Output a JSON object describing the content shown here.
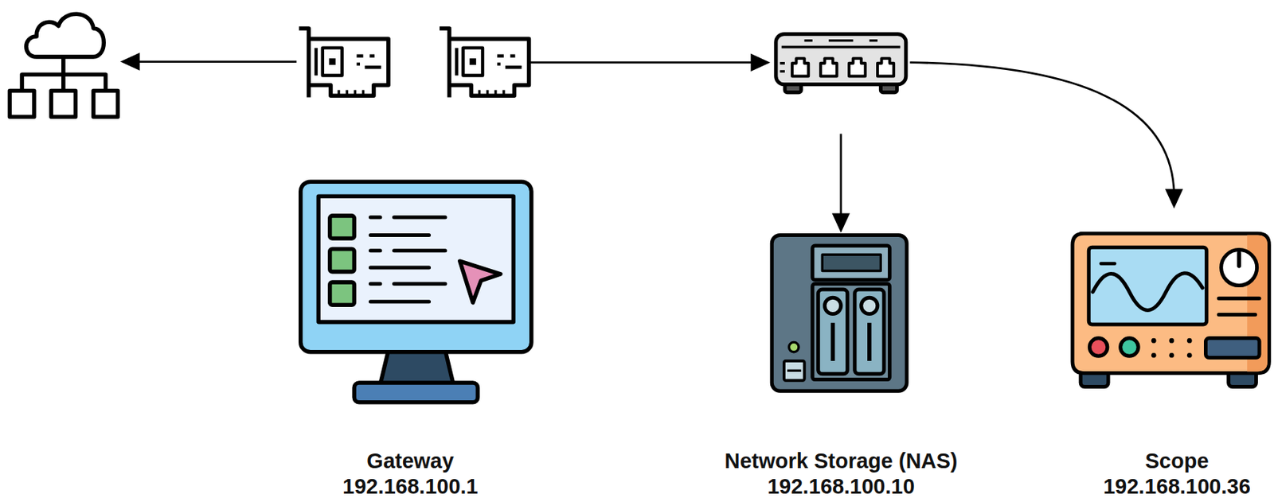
{
  "diagram": {
    "nodes": [
      {
        "text": [
          "Gateway",
          "192.168.100.1"
        ]
      },
      {
        "text": [
          "Network Storage (NAS)",
          "192.168.100.10"
        ]
      },
      {
        "text": [
          "Scope",
          "192.168.100.36"
        ]
      }
    ]
  }
}
